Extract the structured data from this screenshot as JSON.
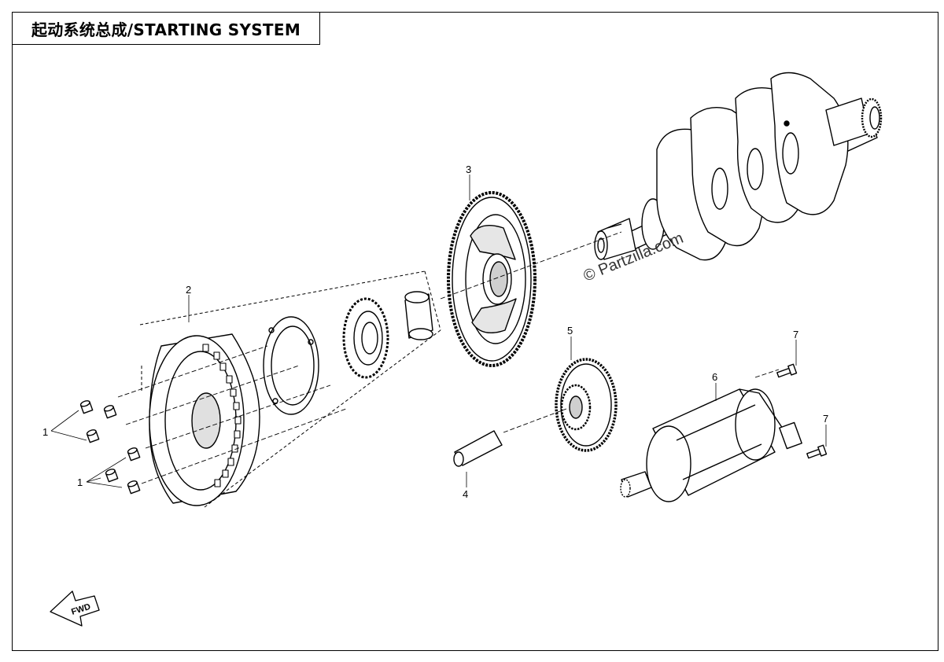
{
  "title": "起动系统总成/STARTING SYSTEM",
  "watermark": "© Partzilla.com",
  "fwd_label": "FWD",
  "callouts": {
    "c1a": "1",
    "c1b": "1",
    "c2": "2",
    "c3": "3",
    "c4": "4",
    "c5": "5",
    "c6": "6",
    "c7a": "7",
    "c7b": "7"
  },
  "parts": [
    {
      "ref": "1",
      "name": "bolt"
    },
    {
      "ref": "2",
      "name": "one-way clutch assembly"
    },
    {
      "ref": "3",
      "name": "starter driven gear"
    },
    {
      "ref": "4",
      "name": "idler shaft"
    },
    {
      "ref": "5",
      "name": "idler gear"
    },
    {
      "ref": "6",
      "name": "starter motor"
    },
    {
      "ref": "7",
      "name": "bolt"
    }
  ],
  "colors": {
    "line": "#000000",
    "background": "#ffffff",
    "shade": "#cfcfcf"
  }
}
